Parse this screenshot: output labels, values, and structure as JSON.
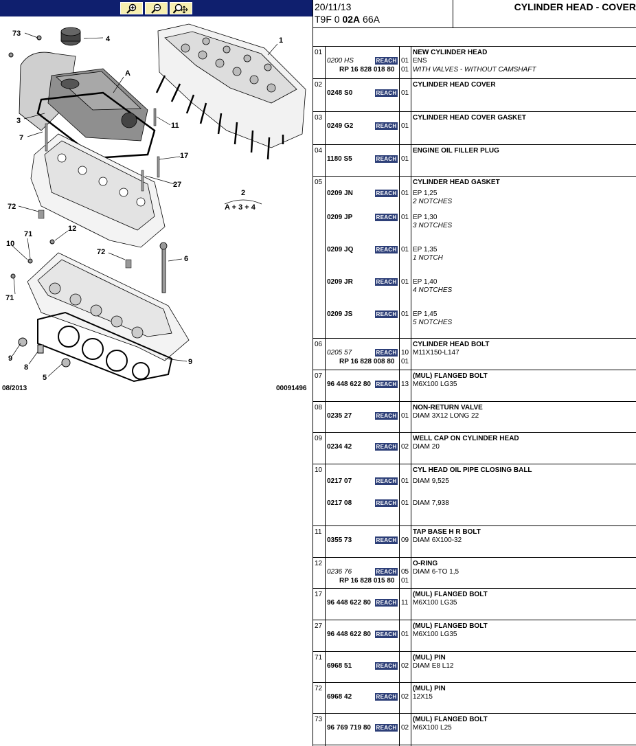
{
  "toolbar": {
    "buttons": [
      {
        "name": "zoom-in-button",
        "icon": "zoom-in-icon"
      },
      {
        "name": "zoom-out-button",
        "icon": "zoom-out-icon"
      },
      {
        "name": "zoom-fit-button",
        "icon": "zoom-move-icon"
      }
    ]
  },
  "diagram": {
    "callouts": [
      "73",
      "4",
      "1",
      "A",
      "3",
      "11",
      "7",
      "17",
      "27",
      "2",
      "A + 3 + 4",
      "72",
      "12",
      "71",
      "10",
      "72",
      "6",
      "71",
      "9",
      "8",
      "5",
      "9"
    ],
    "date": "08/2013",
    "ref": "00091496"
  },
  "header": {
    "date": "20/11/13",
    "code_prefix": "T9F 0 ",
    "code_bold": "02A",
    "code_suffix": " 66A",
    "title": "CYLINDER HEAD - COVER"
  },
  "badge": "REACH",
  "groups": [
    {
      "num": "01",
      "title": "NEW CYLINDER HEAD",
      "rows": [
        {
          "ref": "0200 HS",
          "ref_style": "it",
          "reach": true,
          "qty": "01",
          "desc": "ENS",
          "desc_style": ""
        },
        {
          "rp": "RP 16 828 018 80",
          "qty": "01",
          "desc": "WITH VALVES - WITHOUT CAMSHAFT",
          "desc_style": "it"
        }
      ]
    },
    {
      "num": "02",
      "title": "CYLINDER HEAD COVER",
      "rows": [
        {
          "ref": "0248 S0",
          "ref_style": "bold",
          "reach": true,
          "qty": "01",
          "desc": ""
        }
      ]
    },
    {
      "num": "03",
      "title": "CYLINDER HEAD COVER GASKET",
      "rows": [
        {
          "ref": "0249 G2",
          "ref_style": "bold",
          "reach": true,
          "qty": "01",
          "desc": ""
        }
      ]
    },
    {
      "num": "04",
      "title": "ENGINE OIL FILLER PLUG",
      "rows": [
        {
          "ref": "1180 S5",
          "ref_style": "bold",
          "reach": true,
          "qty": "01",
          "desc": ""
        }
      ]
    },
    {
      "num": "05",
      "title": "CYLINDER HEAD GASKET",
      "rows": [
        {
          "ref": "0209 JN",
          "ref_style": "bold",
          "reach": true,
          "qty": "01",
          "desc": "EP 1,25",
          "desc2": "2 NOTCHES"
        },
        {
          "ref": "0209 JP",
          "ref_style": "bold",
          "reach": true,
          "qty": "01",
          "desc": "EP 1,30",
          "desc2": "3 NOTCHES"
        },
        {
          "ref": "0209 JQ",
          "ref_style": "bold",
          "reach": true,
          "qty": "01",
          "desc": "EP 1,35",
          "desc2": "1 NOTCH"
        },
        {
          "ref": "0209 JR",
          "ref_style": "bold",
          "reach": true,
          "qty": "01",
          "desc": "EP 1,40",
          "desc2": "4 NOTCHES"
        },
        {
          "ref": "0209 JS",
          "ref_style": "bold",
          "reach": true,
          "qty": "01",
          "desc": "EP 1,45",
          "desc2": "5 NOTCHES"
        }
      ]
    },
    {
      "num": "06",
      "title": "CYLINDER HEAD BOLT",
      "rows": [
        {
          "ref": "0205 57",
          "ref_style": "it",
          "reach": true,
          "qty": "10",
          "desc": "M11X150-L147"
        },
        {
          "rp": "RP 16 828 008 80",
          "qty": "01",
          "desc": ""
        }
      ]
    },
    {
      "num": "07",
      "title": "(MUL) FLANGED BOLT",
      "rows": [
        {
          "ref": "96 448 622 80",
          "ref_style": "bold",
          "reach": true,
          "qty": "13",
          "desc": "M6X100 LG35"
        }
      ]
    },
    {
      "num": "08",
      "title": "NON-RETURN VALVE",
      "rows": [
        {
          "ref": "0235 27",
          "ref_style": "bold",
          "reach": true,
          "qty": "01",
          "desc": "DIAM 3X12 LONG 22"
        }
      ]
    },
    {
      "num": "09",
      "title": "WELL CAP ON CYLINDER HEAD",
      "rows": [
        {
          "ref": "0234 42",
          "ref_style": "bold",
          "reach": true,
          "qty": "02",
          "desc": "DIAM 20"
        }
      ]
    },
    {
      "num": "10",
      "title": "CYL HEAD OIL PIPE CLOSING BALL",
      "rows": [
        {
          "ref": "0217 07",
          "ref_style": "bold",
          "reach": true,
          "qty": "01",
          "desc": "DIAM 9,525"
        },
        {
          "ref": "0217 08",
          "ref_style": "bold",
          "reach": true,
          "qty": "01",
          "desc": "DIAM 7,938"
        }
      ]
    },
    {
      "num": "11",
      "title": "TAP BASE H R BOLT",
      "rows": [
        {
          "ref": "0355 73",
          "ref_style": "bold",
          "reach": true,
          "qty": "09",
          "desc": "DIAM 6X100-32"
        }
      ]
    },
    {
      "num": "12",
      "title": "O-RING",
      "rows": [
        {
          "ref": "0236 76",
          "ref_style": "it",
          "reach": true,
          "qty": "05",
          "desc": "DIAM 6-TO 1,5"
        },
        {
          "rp": "RP 16 828 015 80",
          "qty": "01",
          "desc": ""
        }
      ]
    },
    {
      "num": "17",
      "title": "(MUL) FLANGED BOLT",
      "rows": [
        {
          "ref": "96 448 622 80",
          "ref_style": "bold",
          "reach": true,
          "qty": "11",
          "desc": "M6X100 LG35"
        }
      ]
    },
    {
      "num": "27",
      "title": "(MUL) FLANGED BOLT",
      "rows": [
        {
          "ref": "96 448 622 80",
          "ref_style": "bold",
          "reach": true,
          "qty": "01",
          "desc": "M6X100 LG35"
        }
      ]
    },
    {
      "num": "71",
      "title": "(MUL) PIN",
      "rows": [
        {
          "ref": "6968 51",
          "ref_style": "bold",
          "reach": true,
          "qty": "02",
          "desc": "DIAM E8 L12"
        }
      ]
    },
    {
      "num": "72",
      "title": "(MUL) PIN",
      "rows": [
        {
          "ref": "6968 42",
          "ref_style": "bold",
          "reach": true,
          "qty": "02",
          "desc": "12X15"
        }
      ]
    },
    {
      "num": "73",
      "title": "(MUL) FLANGED BOLT",
      "rows": [
        {
          "ref": "96 769 719 80",
          "ref_style": "bold",
          "reach": true,
          "qty": "02",
          "desc": "M6X100 L25"
        }
      ]
    }
  ]
}
